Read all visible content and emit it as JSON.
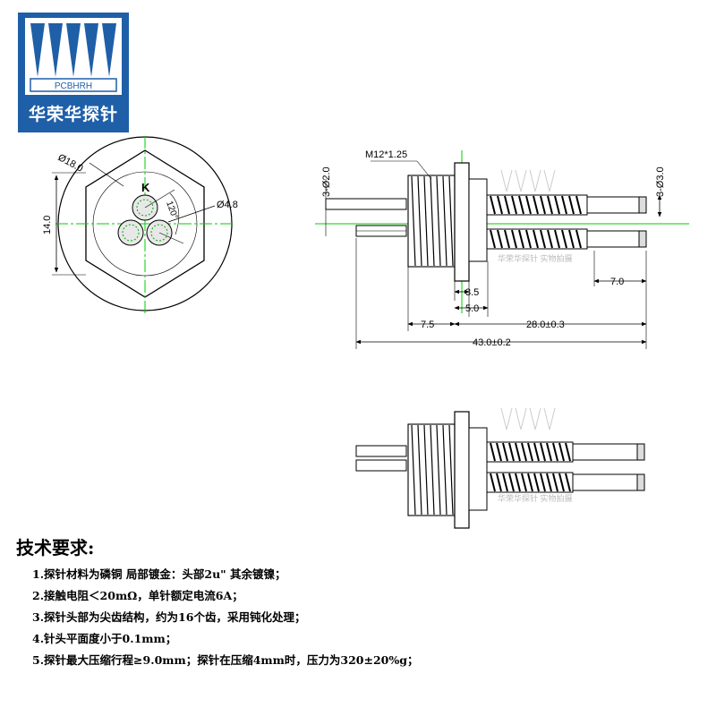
{
  "logo": {
    "initials": "PCBHRH",
    "name": "华荣华探针"
  },
  "front_view": {
    "dia_outer": "Ø18.0",
    "dia_probe": "Ø4.8",
    "angle": "120°",
    "marker": "K",
    "height": "14.0"
  },
  "side_view": {
    "thread": "M12*1.25",
    "left_dia": "3-Ø2.0",
    "right_dia": "3-Ø3.0",
    "dims": {
      "d35": "3.5",
      "d50": "5.0",
      "d75": "7.5",
      "d280": "28.0±0.3",
      "d70": "7.0",
      "d430": "43.0±0.2"
    },
    "watermark": "华荣华探针 实物拍摄"
  },
  "tech": {
    "title": "技术要求:",
    "items": [
      "1.探针材料为磷铜 局部镀金：头部2u\" 其余镀镍；",
      "2.接触电阻＜20mΩ，单针额定电流6A；",
      "3.探针头部为尖齿结构，约为16个齿，采用钝化处理；",
      "4.针头平面度小于0.1mm；",
      "5.探针最大压缩行程≥9.0mm；探针在压缩4mm时，压力为320±20%g；"
    ]
  },
  "colors": {
    "logo_blue": "#1f5fa8",
    "centerline_green": "#00cc00",
    "line_black": "#000000"
  }
}
